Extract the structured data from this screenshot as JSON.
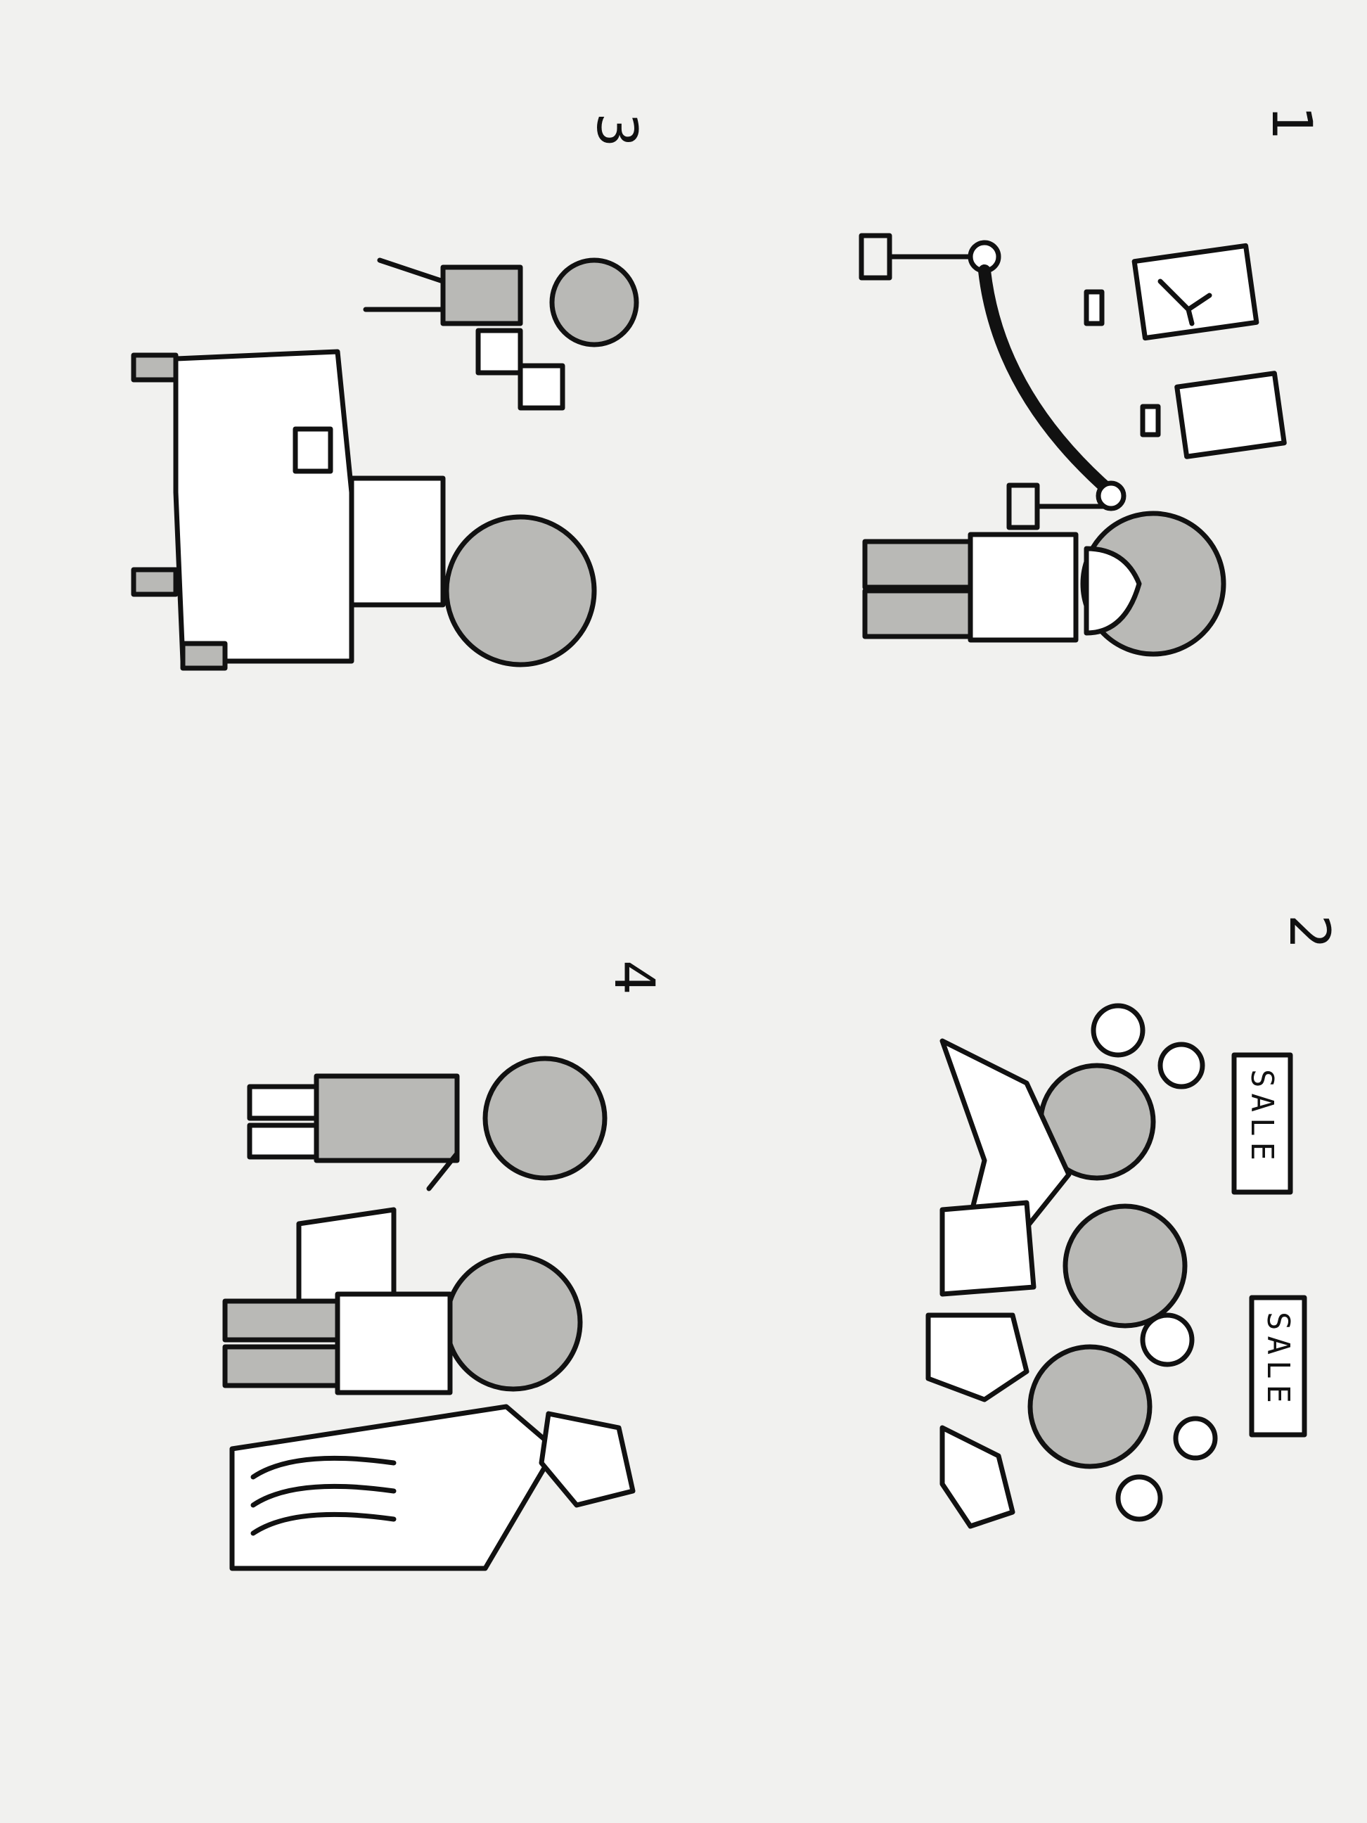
{
  "panels": [
    {
      "number": "1"
    },
    {
      "number": "2",
      "signs": [
        "SALE",
        "SALE"
      ]
    },
    {
      "number": "3"
    },
    {
      "number": "4"
    }
  ]
}
